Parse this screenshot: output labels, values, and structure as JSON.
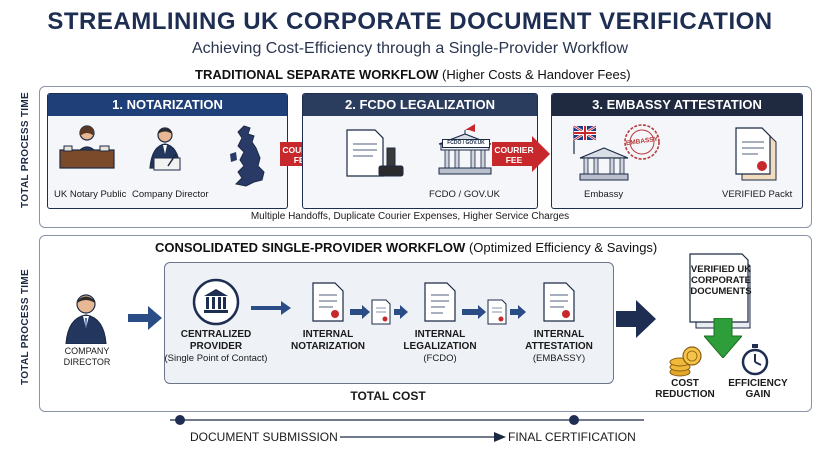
{
  "title": "STREAMLINING UK CORPORATE DOCUMENT VERIFICATION",
  "subtitle": "Achieving Cost-Efficiency through a Single-Provider Workflow",
  "traditional": {
    "heading_bold": "TRADITIONAL SEPARATE WORKFLOW",
    "heading_note": "(Higher Costs & Handover Fees)",
    "side_label": "TOTAL PROCESS TIME",
    "panels": [
      {
        "label": "1. NOTARIZATION",
        "captions": [
          "UK Notary Public",
          "Company Director"
        ]
      },
      {
        "label": "2. FCDO LEGALIZATION",
        "captions": [
          "FCDO / GOV.UK"
        ],
        "sign_text": "FCDO / GOV.UK"
      },
      {
        "label": "3. EMBASSY ATTESTATION",
        "captions": [
          "Embassy",
          "VERIFIED Packt"
        ],
        "stamp_text": "EMBASSY"
      }
    ],
    "fee_line1": "COURIER",
    "fee_line2": "FEE",
    "footer": "Multiple Handoffs, Duplicate Courier Expenses, Higher Service Charges"
  },
  "consolidated": {
    "heading_bold": "CONSOLIDATED SINGLE-PROVIDER WORKFLOW",
    "heading_note": "(Optimized Efficiency & Savings)",
    "side_label": "TOTAL PROCESS TIME",
    "director_line1": "COMPANY",
    "director_line2": "DIRECTOR",
    "provider_line1": "CENTRALIZED",
    "provider_line2": "PROVIDER",
    "provider_note": "(Single Point of Contact)",
    "step1_line1": "INTERNAL",
    "step1_line2": "NOTARIZATION",
    "step2_line1": "INTERNAL",
    "step2_line2": "LEGALIZATION",
    "step2_note": "(FCDO)",
    "step3_line1": "INTERNAL",
    "step3_line2": "ATTESTATION",
    "step3_note": "(EMBASSY)",
    "total_cost": "TOTAL COST",
    "result_line1": "VERIFIED UK",
    "result_line2": "CORPORATE",
    "result_line3": "DOCUMENTS",
    "benefit1_line1": "COST",
    "benefit1_line2": "REDUCTION",
    "benefit2_line1": "EFFICIENCY",
    "benefit2_line2": "GAIN"
  },
  "timeline": {
    "start": "DOCUMENT SUBMISSION",
    "end": "FINAL CERTIFICATION"
  },
  "colors": {
    "navy": "#1e2e52",
    "fee_red": "#c7282c",
    "green": "#2e9e3a",
    "arrow_blue": "#2b4d86"
  }
}
